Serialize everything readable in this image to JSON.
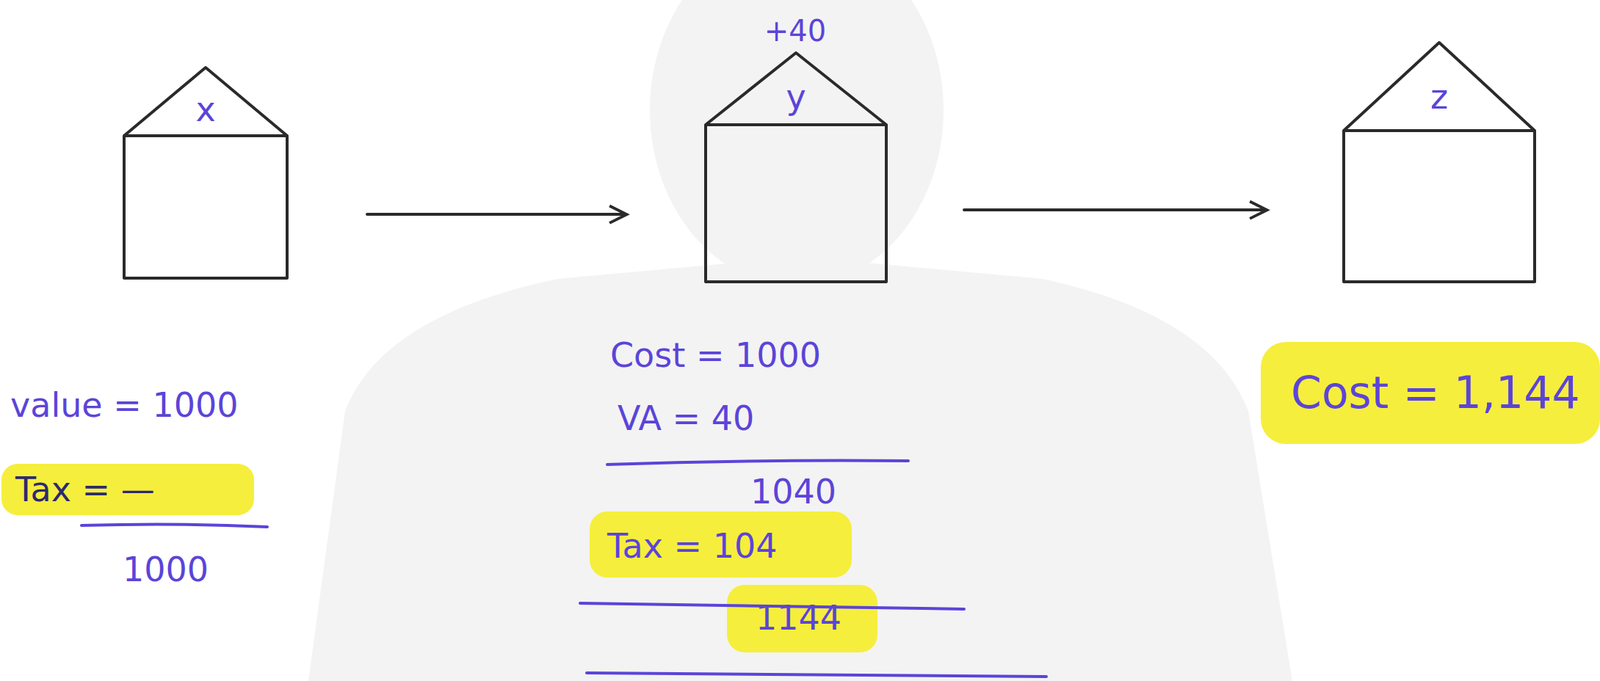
{
  "diagram": {
    "nodes": [
      {
        "text": [
          "x"
        ]
      },
      {
        "text": [
          "y"
        ]
      },
      {
        "text": [
          "z"
        ]
      }
    ],
    "edges": [
      {
        "from": 0,
        "to": 1,
        "arrow": "to"
      },
      {
        "from": 1,
        "to": 2,
        "arrow": "to"
      }
    ],
    "labels": [
      "+40",
      "value = 1000",
      "Tax = —",
      "1000",
      "Cost = 1000",
      "VA = 40",
      "1040",
      "Tax = 104",
      "1144",
      "Cost = 1,144"
    ]
  }
}
